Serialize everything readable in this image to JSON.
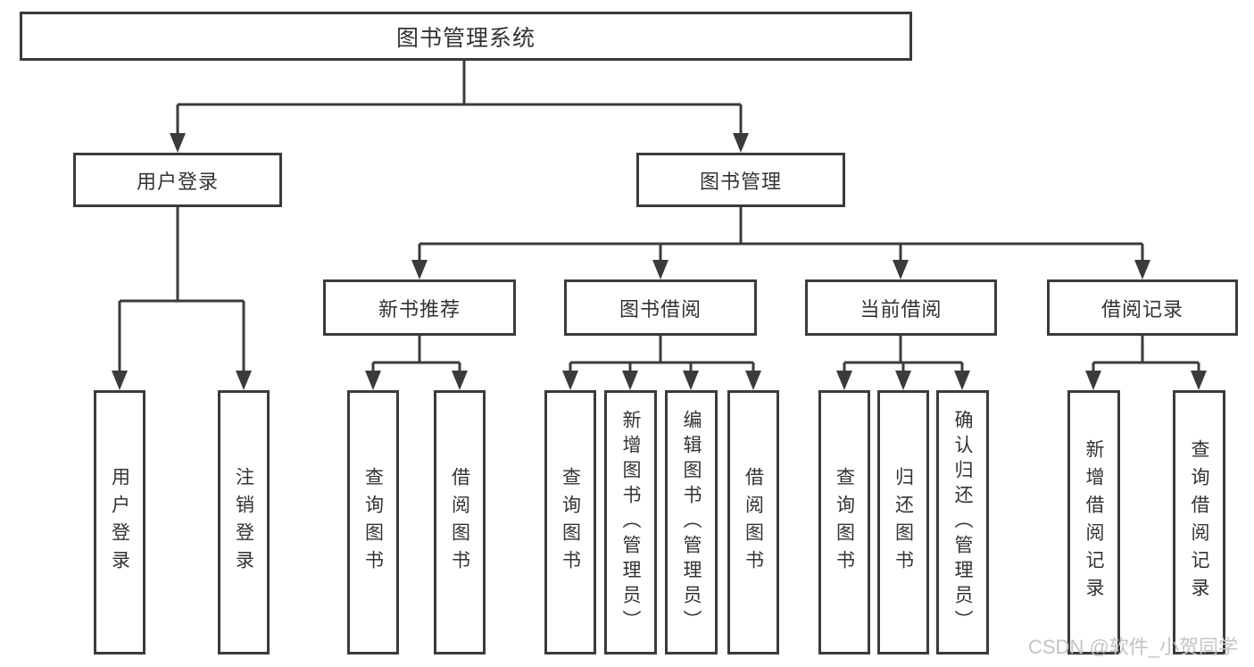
{
  "colors": {
    "line": "#3b3b3b",
    "border": "#3b3b3b",
    "text": "#333333",
    "background": "#ffffff",
    "watermark": "#c4c4c4"
  },
  "watermark": "CSDN @软件_小贺同学",
  "tree": {
    "root": "图书管理系统",
    "branches": [
      {
        "label": "用户登录",
        "children": [
          "用户登录",
          "注销登录"
        ]
      },
      {
        "label": "图书管理",
        "groups": [
          {
            "label": "新书推荐",
            "children": [
              "查询图书",
              "借阅图书"
            ]
          },
          {
            "label": "图书借阅",
            "children": [
              "查询图书",
              "新增图书（管理员）",
              "编辑图书（管理员）",
              "借阅图书"
            ]
          },
          {
            "label": "当前借阅",
            "children": [
              "查询图书",
              "归还图书",
              "确认归还（管理员）"
            ]
          },
          {
            "label": "借阅记录",
            "children": [
              "新增借阅记录",
              "查询借阅记录"
            ]
          }
        ]
      }
    ]
  }
}
